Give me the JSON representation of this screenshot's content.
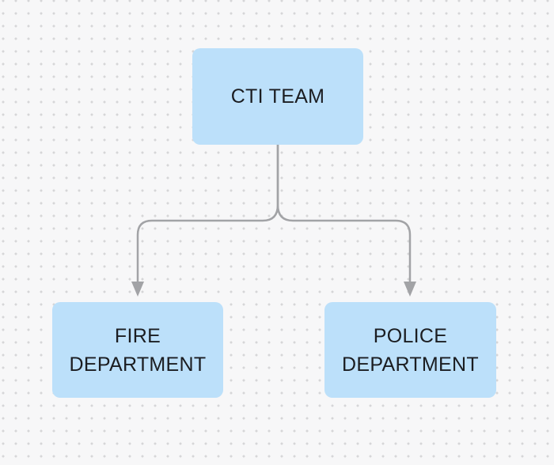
{
  "canvas": {
    "background_color": "#F7F7F8",
    "dot_color": "#D6D6D8"
  },
  "diagram": {
    "node_fill": "#BCE0FA",
    "node_text_color": "#1B1D21",
    "connector_color": "#A2A3A6",
    "nodes": [
      {
        "id": "cti-team",
        "label": "CTI TEAM"
      },
      {
        "id": "fire-department",
        "label": "FIRE DEPARTMENT"
      },
      {
        "id": "police-department",
        "label": "POLICE DEPARTMENT"
      }
    ],
    "edges": [
      {
        "from": "cti-team",
        "to": "fire-department"
      },
      {
        "from": "cti-team",
        "to": "police-department"
      }
    ]
  }
}
